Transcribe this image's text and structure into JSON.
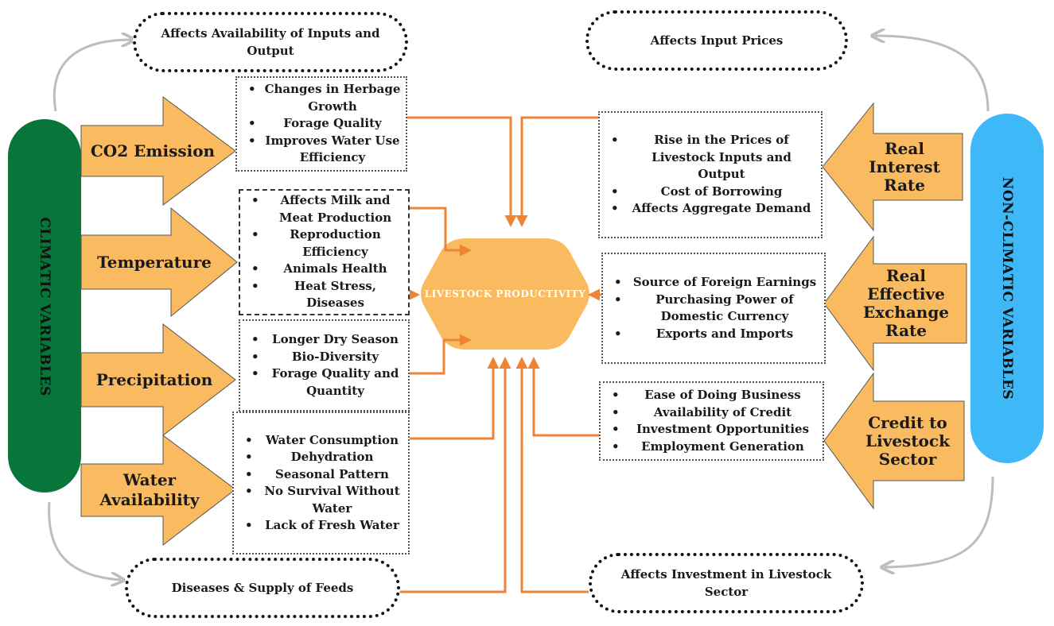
{
  "colors": {
    "arrow_fill": "#F9BA60",
    "connector": "#EE8434",
    "climatic_pill": "#08753A",
    "non_climatic_pill": "#3FB8F7",
    "feedback_arrow": "#BDBDBD"
  },
  "center": {
    "label": "LIVESTOCK PRODUCTIVITY"
  },
  "climatic": {
    "label": "CLIMATIC VARIABLES",
    "variables": [
      {
        "label": "CO2 Emission",
        "effects": [
          "Changes in Herbage Growth",
          "Forage Quality",
          "Improves Water Use Efficiency"
        ]
      },
      {
        "label": "Temperature",
        "effects": [
          "Affects Milk and Meat Production",
          "Reproduction Efficiency",
          "Animals Health",
          "Heat Stress, Diseases"
        ]
      },
      {
        "label": "Precipitation",
        "effects": [
          "Longer Dry Season",
          "Bio-Diversity",
          "Forage Quality and Quantity"
        ]
      },
      {
        "label": "Water Availability",
        "effects": [
          "Water Consumption",
          "Dehydration",
          "Seasonal Pattern",
          "No Survival Without Water",
          "Lack of Fresh Water"
        ]
      }
    ],
    "top_note": "Affects Availability of Inputs and Output",
    "bottom_note": "Diseases & Supply of Feeds"
  },
  "non_climatic": {
    "label": "NON-CLIMATIC VARIABLES",
    "variables": [
      {
        "label": "Real Interest Rate",
        "effects": [
          "Rise in the Prices of Livestock Inputs and Output",
          "Cost of Borrowing",
          "Affects Aggregate Demand"
        ]
      },
      {
        "label": "Real Effective Exchange Rate",
        "effects": [
          "Source of Foreign Earnings",
          "Purchasing Power of Domestic Currency",
          "Exports and Imports"
        ]
      },
      {
        "label": "Credit to Livestock Sector",
        "effects": [
          "Ease of Doing Business",
          "Availability of Credit",
          "Investment Opportunities",
          "Employment Generation"
        ]
      }
    ],
    "top_note": "Affects Input Prices",
    "bottom_note": "Affects Investment in Livestock Sector"
  }
}
